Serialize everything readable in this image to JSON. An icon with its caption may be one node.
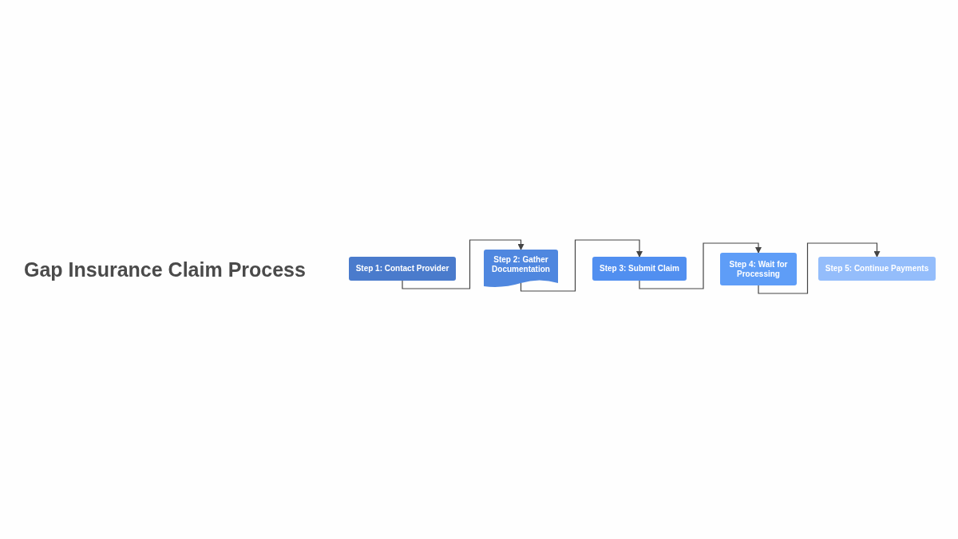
{
  "diagram": {
    "title": "Gap Insurance Claim Process",
    "nodes": [
      {
        "text": [
          "Step 1: Contact Provider"
        ]
      },
      {
        "text": [
          "Step 2: Gather Documentation"
        ]
      },
      {
        "text": [
          "Step 3: Submit Claim"
        ]
      },
      {
        "text": [
          "Step 4: Wait for Processing"
        ]
      },
      {
        "text": [
          "Step 5: Continue Payments"
        ]
      }
    ],
    "edges": [
      {
        "from": 0,
        "to": 1,
        "arrow": "to"
      },
      {
        "from": 1,
        "to": 2,
        "arrow": "to"
      },
      {
        "from": 2,
        "to": 3,
        "arrow": "to"
      },
      {
        "from": 3,
        "to": 4,
        "arrow": "to"
      }
    ]
  }
}
